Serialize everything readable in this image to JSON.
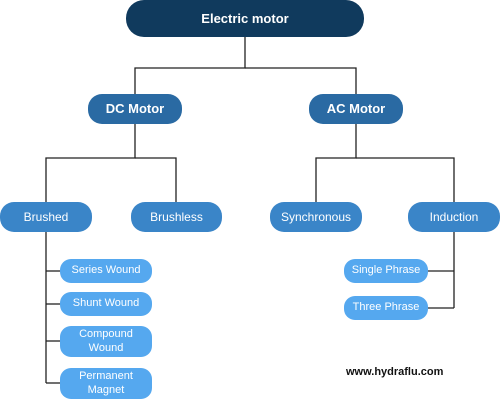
{
  "diagram": {
    "root": {
      "label": "Electric motor"
    },
    "dc_motor": {
      "label": "DC Motor"
    },
    "ac_motor": {
      "label": "AC Motor"
    },
    "brushed": {
      "label": "Brushed"
    },
    "brushless": {
      "label": "Brushless"
    },
    "synchronous": {
      "label": "Synchronous"
    },
    "induction": {
      "label": "Induction"
    },
    "brushed_types": [
      "Series Wound",
      "Shunt Wound",
      "Compound Wound",
      "Permanent Magnet"
    ],
    "induction_types": [
      "Single Phrase",
      "Three Phrase"
    ]
  },
  "watermark": "www.hydraflu.com",
  "colors": {
    "root": "#103a5d",
    "level1": "#2a6aa3",
    "level2": "#3a85c8",
    "leaf": "#55a8ef",
    "connector": "#222222"
  }
}
